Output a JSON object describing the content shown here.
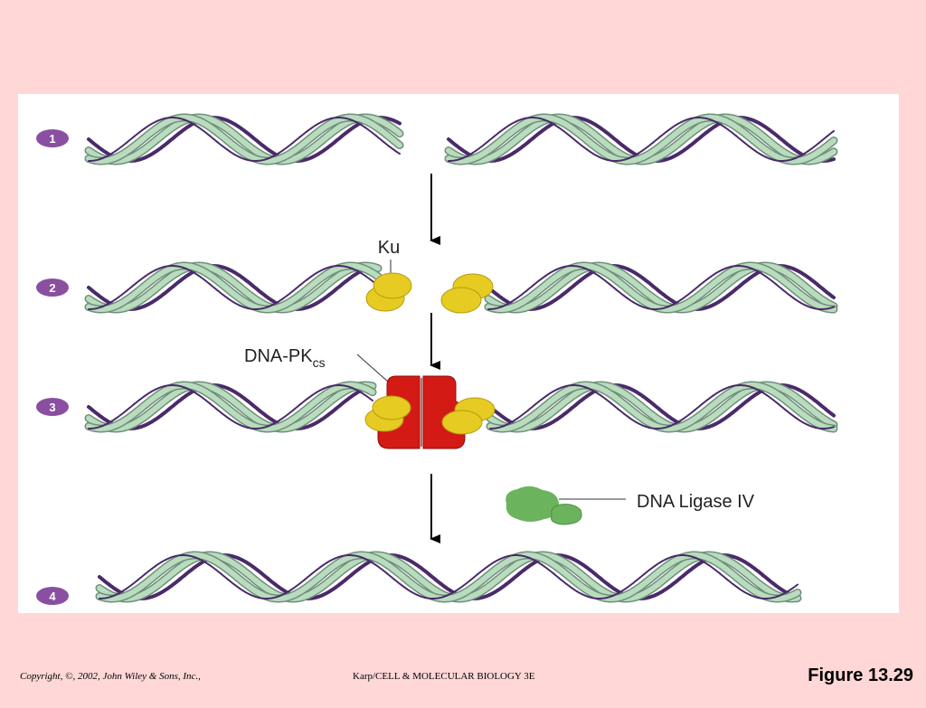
{
  "steps": [
    "1",
    "2",
    "3",
    "4"
  ],
  "labels": {
    "ku": "Ku",
    "dna_pk_main": "DNA-PK",
    "dna_pk_sub": "cs",
    "ligase": "DNA Ligase IV"
  },
  "footer": {
    "copyright": "Copyright, ©, 2002, John Wiley & Sons, Inc.,",
    "credit": "Karp/CELL & MOLECULAR BIOLOGY 3E",
    "figure": "Figure 13.29"
  },
  "colors": {
    "background": "#ffd7d7",
    "helix_green": "#b9dcbe",
    "helix_dark": "#4a2a6a",
    "step_badge": "#8a4fa0",
    "ku_yellow": "#e6cb22",
    "dna_pk_red": "#d41a14",
    "ligase_green": "#6cb35d"
  }
}
